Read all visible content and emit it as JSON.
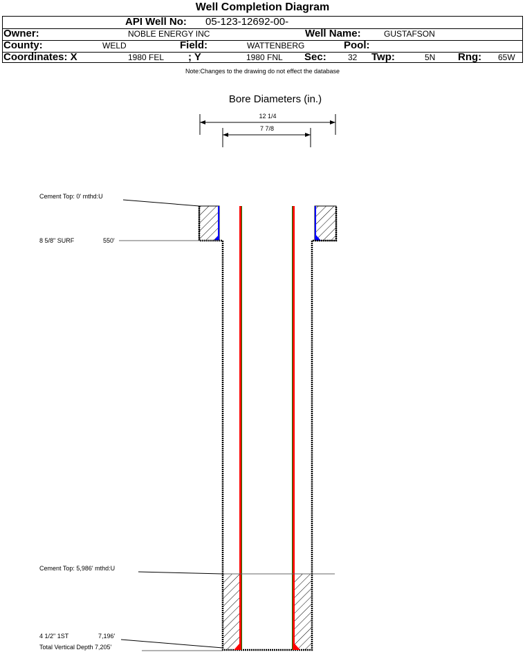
{
  "header": {
    "title": "Well Completion Diagram",
    "api_label": "API Well No:",
    "api_value": "05-123-12692-00-",
    "owner_label": "Owner:",
    "owner_value": "NOBLE ENERGY INC",
    "well_name_label": "Well Name:",
    "well_name_value": "GUSTAFSON",
    "county_label": "County:",
    "county_value": "WELD",
    "field_label": "Field:",
    "field_value": "WATTENBERG",
    "pool_label": "Pool:",
    "coord_x_label": "Coordinates: X",
    "coord_x_value": "1980 FEL",
    "coord_y_label": "; Y",
    "coord_y_value": "1980 FNL",
    "sec_label": "Sec:",
    "sec_value": "32",
    "twp_label": "Twp:",
    "twp_value": "5N",
    "rng_label": "Rng:",
    "rng_value": "65W",
    "note": "Note:Changes to the drawing do not effect the database"
  },
  "diagram": {
    "bore_title": "Bore Diameters (in.)",
    "bore_outer": "12 1/4",
    "bore_inner": "7 7/8",
    "cement_top_surface": "Cement Top: 0' mthd:U",
    "surface_casing": "8 5/8\" SURF",
    "surface_depth": "550'",
    "cement_top_prod": "Cement Top: 5,986' mthd:U",
    "prod_casing": "4 1/2\" 1ST",
    "prod_depth": "7,196'",
    "total_depth": "Total Vertical Depth 7,205'",
    "colors": {
      "casing": "#ff0000",
      "casing_edge": "#008000",
      "surface_cement_edge": "#0000ff"
    }
  }
}
